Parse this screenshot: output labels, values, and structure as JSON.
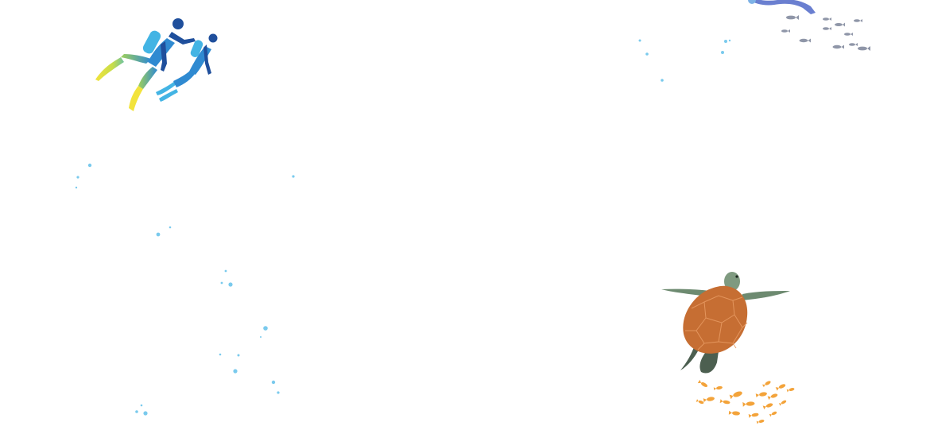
{
  "scene": {
    "background_color": "#ffffff",
    "colors": {
      "bubble": "#6cc5ec",
      "diver_dark": "#1f4f9c",
      "diver_mid": "#2f8ad1",
      "diver_light": "#43b4e4",
      "fin_yellow": "#f2e33c",
      "fin_green": "#9fd05a",
      "turtle_shell": "#c66e33",
      "turtle_shell_lines": "#e79a62",
      "turtle_skin": "#6d8a70",
      "turtle_skin_dark": "#4c5f50",
      "orange_fish": "#f3a33a",
      "grey_fish": "#8f96a8",
      "top_diver": "#6a7fd0"
    },
    "elements": [
      "scuba-divers-pair",
      "diver-partial-top",
      "grey-fish-school",
      "sea-turtle",
      "orange-fish-school",
      "air-bubbles"
    ]
  }
}
